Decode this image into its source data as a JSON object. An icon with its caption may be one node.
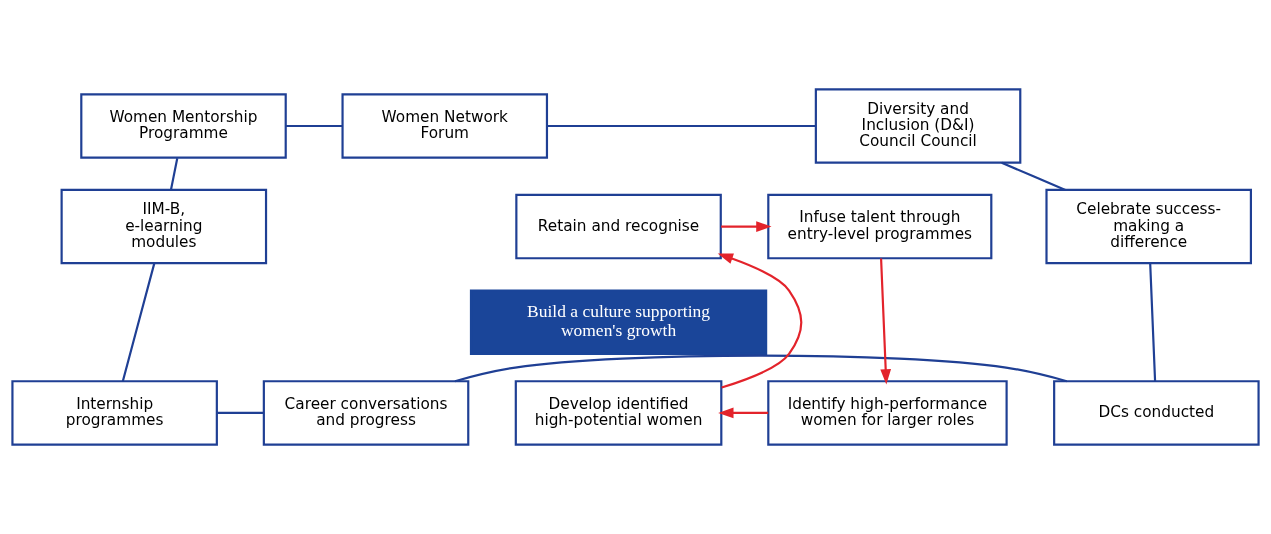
{
  "diagram": {
    "nodes": [
      {
        "text": [
          "Women Mentorship Programme"
        ]
      },
      {
        "text": [
          "Women Network Forum"
        ]
      },
      {
        "text": [
          "Diversity and Inclusion (D&I) Council Council"
        ]
      },
      {
        "text": [
          "IIM-B, e-learning modules"
        ]
      },
      {
        "text": [
          "Celebrate success-making a difference"
        ]
      },
      {
        "text": [
          "Internship programmes"
        ]
      },
      {
        "text": [
          "Career conversations and progress"
        ]
      },
      {
        "text": [
          "DCs conducted"
        ]
      },
      {
        "text": [
          "Retain and recognise"
        ]
      },
      {
        "text": [
          "Infuse talent through entry-level programmes"
        ]
      },
      {
        "text": [
          "Build a culture supporting women's growth"
        ]
      },
      {
        "text": [
          "Develop identified high-potential women"
        ]
      },
      {
        "text": [
          "Identify high-performance women for larger roles"
        ]
      }
    ],
    "edges": [
      {
        "from": 0,
        "to": 1,
        "arrow": "none"
      },
      {
        "from": 1,
        "to": 2,
        "arrow": "none"
      },
      {
        "from": 0,
        "to": 3,
        "arrow": "none"
      },
      {
        "from": 3,
        "to": 5,
        "arrow": "none"
      },
      {
        "from": 2,
        "to": 4,
        "arrow": "none"
      },
      {
        "from": 4,
        "to": 7,
        "arrow": "none"
      },
      {
        "from": 5,
        "to": 6,
        "arrow": "none"
      },
      {
        "from": 6,
        "to": 7,
        "arrow": "none"
      },
      {
        "from": 8,
        "to": 9,
        "arrow": "to",
        "color": "#e3232b"
      },
      {
        "from": 9,
        "to": 12,
        "arrow": "to",
        "color": "#e3232b"
      },
      {
        "from": 12,
        "to": 11,
        "arrow": "to",
        "color": "#e3232b"
      },
      {
        "from": 11,
        "to": 8,
        "arrow": "to",
        "color": "#e3232b"
      }
    ]
  }
}
